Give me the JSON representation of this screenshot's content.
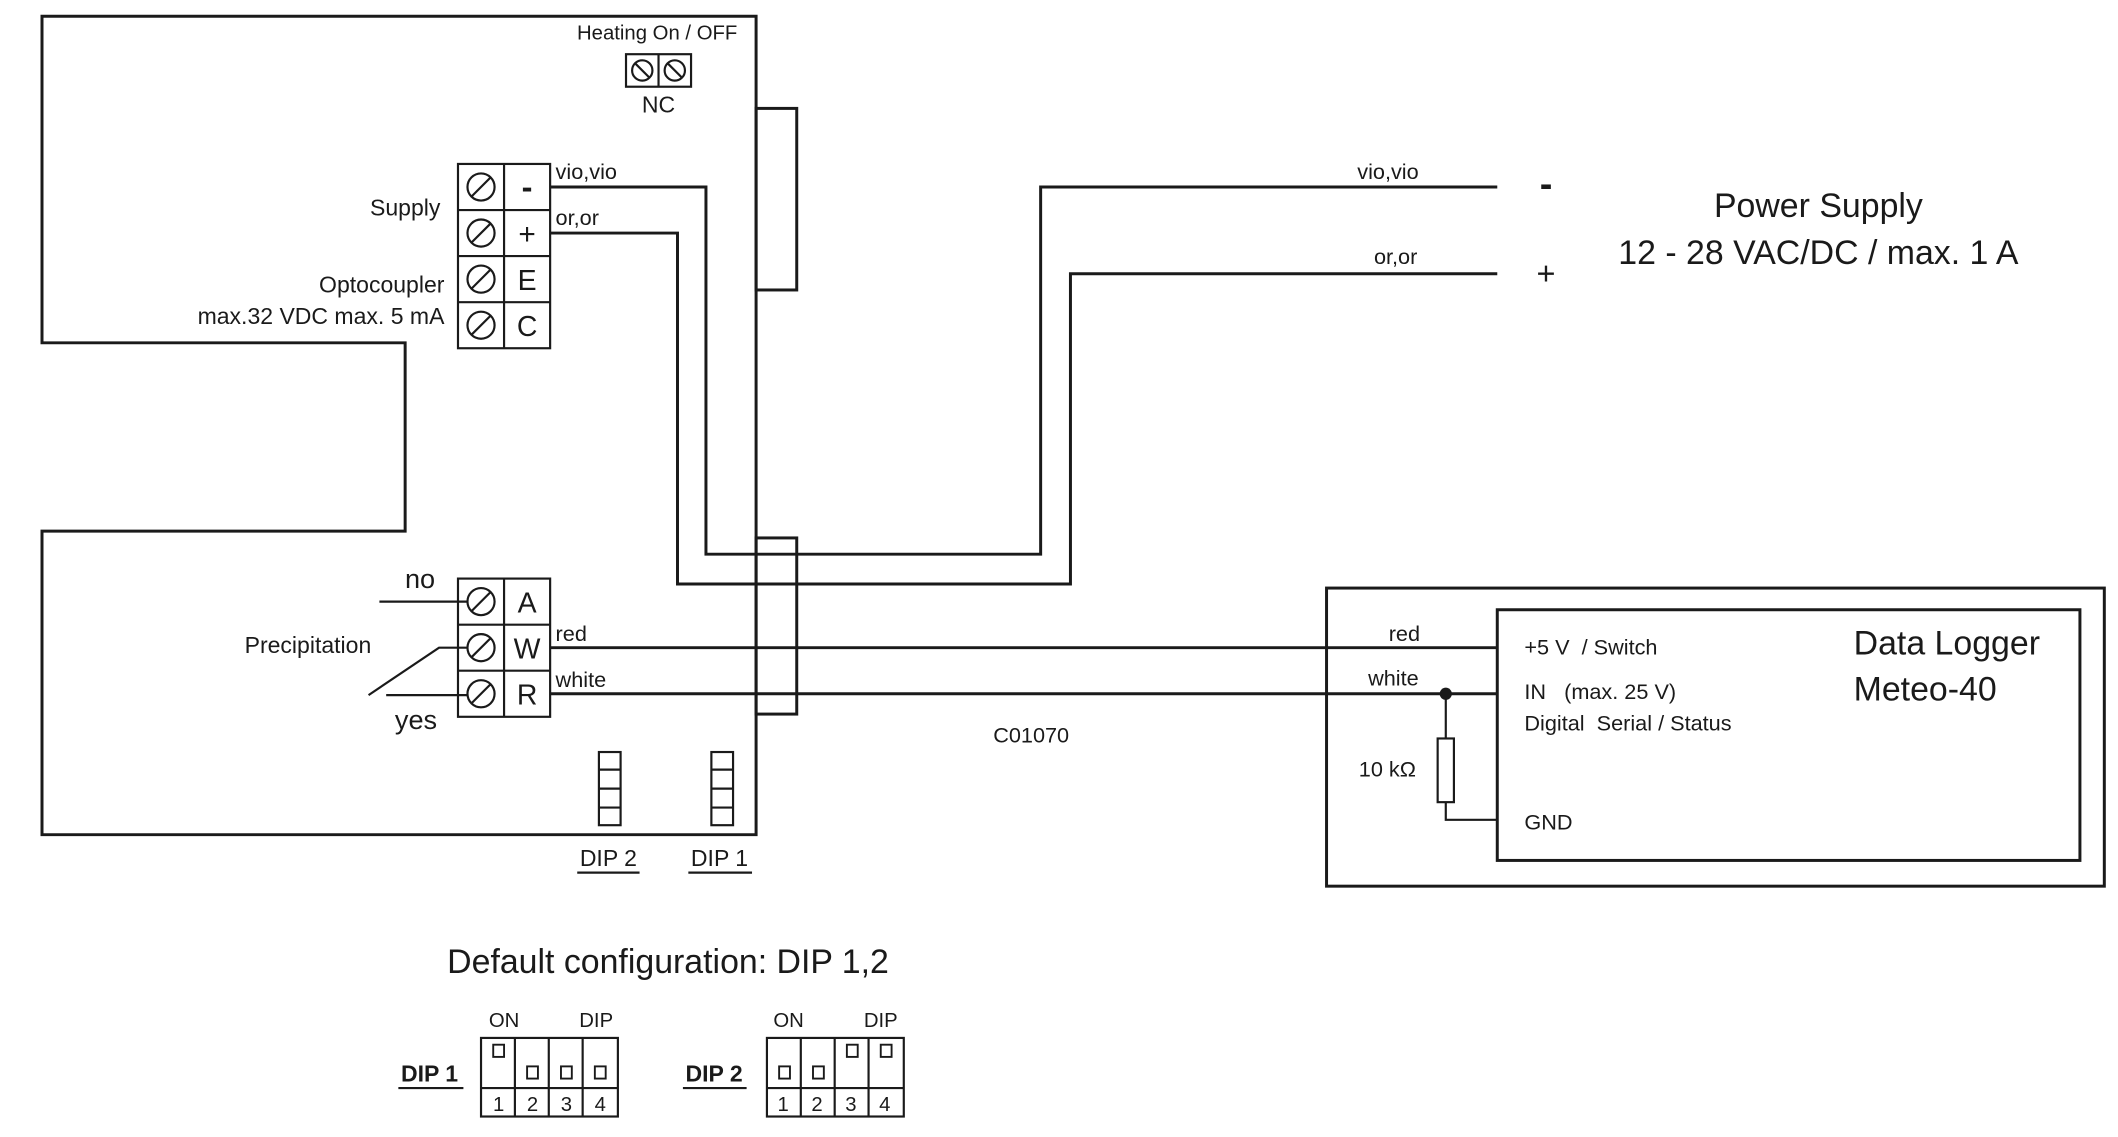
{
  "heating": {
    "label": "Heating On / OFF",
    "nc": "NC"
  },
  "sensor": {
    "supply_label": "Supply",
    "opto_label_1": "Optocoupler",
    "opto_label_2": "max.32 VDC max. 5 mA",
    "precip_label": "Precipitation",
    "no_label": "no",
    "yes_label": "yes",
    "terminals_top": [
      "-",
      "+",
      "E",
      "C"
    ],
    "terminals_bottom": [
      "A",
      "W",
      "R"
    ],
    "dip2_label": "DIP 2",
    "dip1_label": "DIP 1"
  },
  "wires": {
    "vio_left": "vio,vio",
    "or_left": "or,or",
    "vio_right": "vio,vio",
    "or_right": "or,or",
    "red_left": "red",
    "white_left": "white",
    "red_right": "red",
    "white_right": "white",
    "cable_code": "C01070"
  },
  "power_supply": {
    "title": "Power Supply",
    "spec": "12 - 28 VAC/DC / max. 1 A",
    "minus": "-",
    "plus": "+"
  },
  "logger": {
    "title_1": "Data Logger",
    "title_2": "Meteo-40",
    "pin_5v": "+5 V  / Switch",
    "pin_in": "IN   (max. 25 V)",
    "pin_digital": "Digital  Serial / Status",
    "pin_gnd": "GND",
    "resistor": "10 kΩ"
  },
  "config": {
    "title": "Default configuration: DIP 1,2",
    "dip1": {
      "name": "DIP 1",
      "on": "ON",
      "dip": "DIP",
      "numbers": [
        "1",
        "2",
        "3",
        "4"
      ],
      "switch_on": [
        true,
        false,
        false,
        false
      ]
    },
    "dip2": {
      "name": "DIP 2",
      "on": "ON",
      "dip": "DIP",
      "numbers": [
        "1",
        "2",
        "3",
        "4"
      ],
      "switch_on": [
        false,
        false,
        true,
        true
      ]
    }
  }
}
